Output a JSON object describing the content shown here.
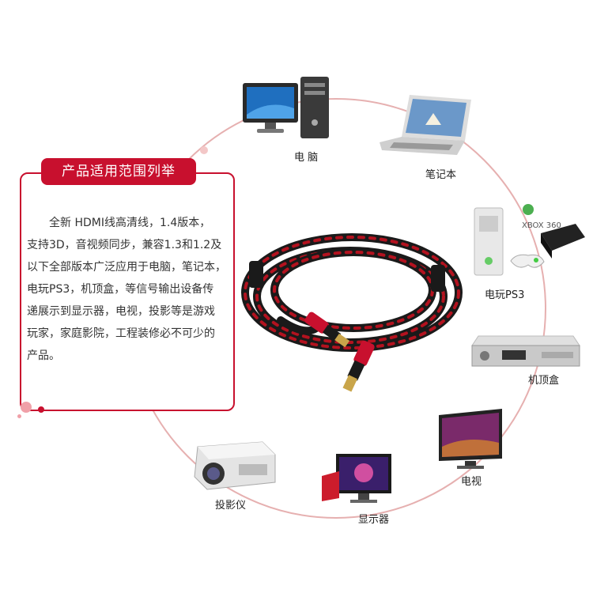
{
  "card": {
    "title": "产品适用范围列举",
    "lines": [
      "全新 HDMI线高清线，1.4版本，",
      "支持3D，音视频同步，兼容1.3和1.2及",
      "以下全部版本广泛应用于电脑，笔记本，",
      "电玩PS3，机顶盒，等信号输出设备传",
      "递展示到显示器，电视，投影等是游戏",
      "玩家，家庭影院，工程装修必不可少的",
      "产品。"
    ]
  },
  "devices": {
    "desktop": "电 脑",
    "laptop": "笔记本",
    "console": "电玩PS3",
    "xbox_logo": "XBOX 360",
    "settop": "机顶盒",
    "tv": "电视",
    "monitor": "显示器",
    "projector": "投影仪"
  },
  "colors": {
    "accent": "#c8102e",
    "ring": "#e8b0b0",
    "cable_red": "#b3121f",
    "cable_black": "#1a1a1a"
  }
}
